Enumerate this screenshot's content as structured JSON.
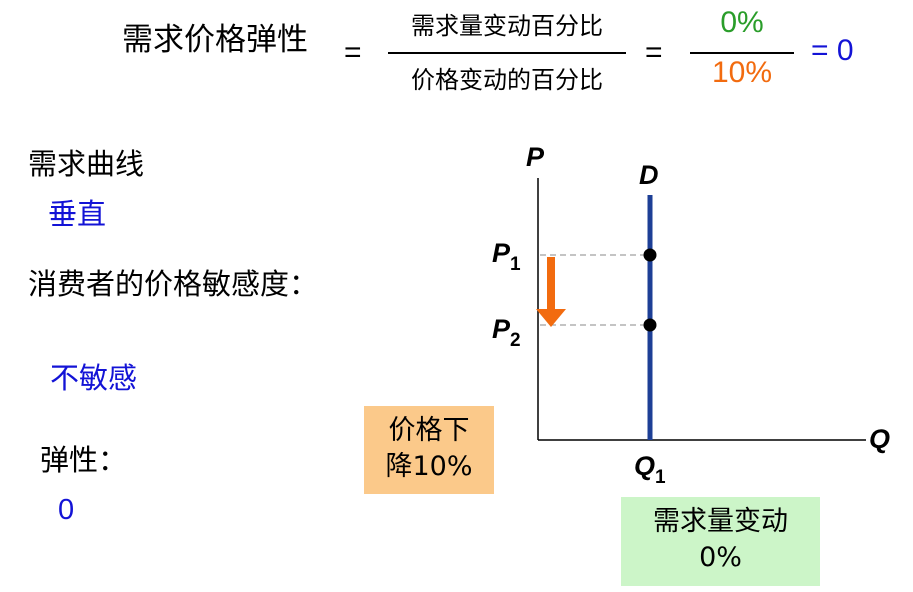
{
  "formula": {
    "title": "需求价格弹性",
    "eq1": "=",
    "numerator_text": "需求量变动百分比",
    "denominator_text": "价格变动的百分比",
    "eq2": "=",
    "numerator_value": "0%",
    "denominator_value": "10%",
    "result": "= 0"
  },
  "left": {
    "curve_label": "需求曲线",
    "curve_value": "垂直",
    "sensitivity_label": "消费者的价格敏感度：",
    "sensitivity_value": "不敏感",
    "elasticity_label": "弹性：",
    "elasticity_value": "0"
  },
  "price_box": {
    "line1": "价格下",
    "line2": "降10%"
  },
  "quantity_box": {
    "line1": "需求量变动",
    "line2": "0%"
  },
  "graph": {
    "y_axis_label": "P",
    "x_axis_label": "Q",
    "curve_label": "D",
    "p1_letter": "P",
    "p1_sub": "1",
    "p2_letter": "P",
    "p2_sub": "2",
    "q1_letter": "Q",
    "q1_sub": "1"
  },
  "colors": {
    "blue_text": "#1313d6",
    "green_text": "#2a9d2a",
    "orange_text": "#f26b0f",
    "demand_line": "#1d3f96",
    "arrow": "#f26b0f",
    "orange_box": "#fbc98a",
    "green_box": "#ccf5c8"
  }
}
